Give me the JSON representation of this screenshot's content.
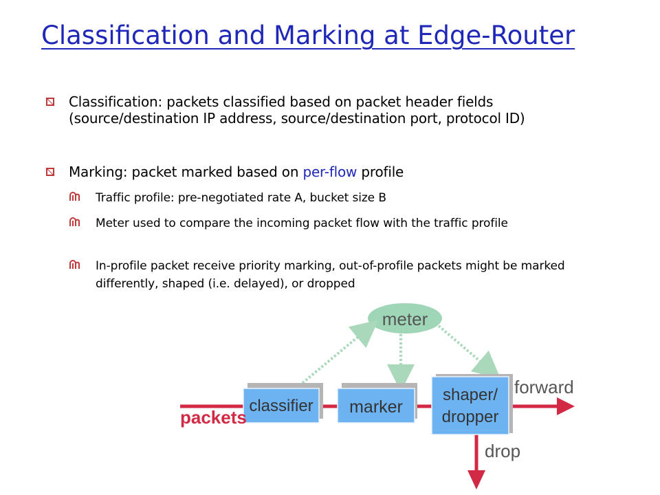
{
  "slide": {
    "title": "Classification and Marking at Edge-Router",
    "bullets": [
      {
        "text": "Classification: packets classified based on packet header fields (source/destination IP address, source/destination port, protocol ID)"
      },
      {
        "text_before": "Marking: packet marked based on ",
        "highlight": "per-flow",
        "text_after": " profile",
        "subbullets": [
          "Traffic profile: pre-negotiated rate A, bucket size B",
          "Meter used to compare the incoming packet flow with the traffic profile",
          "In-profile packet receive priority marking, out-of-profile packets might be marked differently, shaped (i.e. delayed), or dropped"
        ]
      }
    ]
  },
  "diagram": {
    "meter_label": "meter",
    "classifier_label": "classifier",
    "marker_label": "marker",
    "shaper_line1": "shaper/",
    "shaper_line2": "dropper",
    "packets_label": "packets",
    "forward_label": "forward",
    "drop_label": "drop"
  },
  "colors": {
    "title": "#1f27b8",
    "highlight": "#1f27b8",
    "bullet": "#c0393b",
    "box_fill": "#6db3f2",
    "box_shadow": "#b5b5b5",
    "meter_fill": "#9fd6b8",
    "arrow_red": "#d22a45",
    "dotted_green": "#a9d8bb"
  }
}
